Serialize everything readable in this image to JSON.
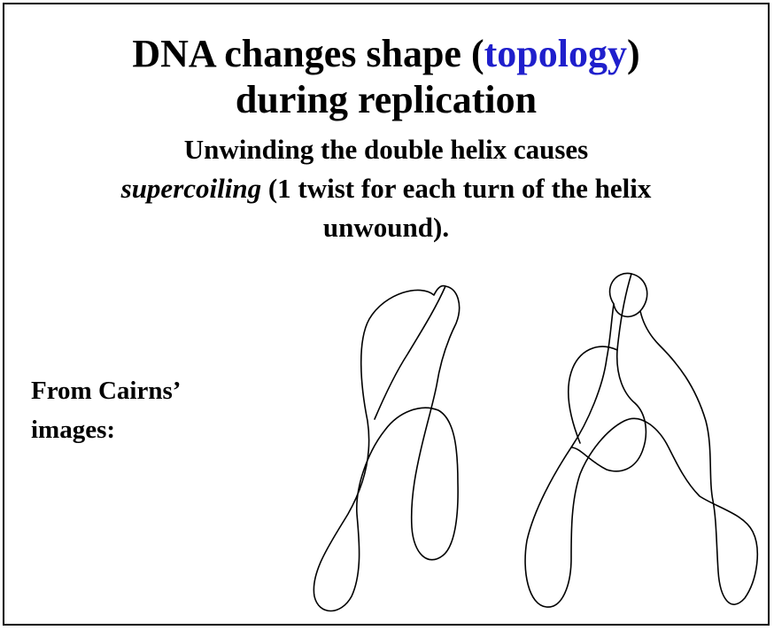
{
  "slide": {
    "title": {
      "line1_before": "DNA changes shape (",
      "line1_highlight": "topology",
      "line1_after": ")",
      "line2": "during replication",
      "highlight_color": "#1f1fcc"
    },
    "subtitle": {
      "line1": "Unwinding the double helix causes",
      "line2_italic": "supercoiling",
      "line2_rest": " (1 twist for each turn of the helix",
      "line3": "unwound)."
    },
    "caption": {
      "line1": "From Cairns’",
      "line2": "images:"
    },
    "figures": [
      {
        "name": "left-dna-tracing"
      },
      {
        "name": "right-dna-tracing"
      }
    ]
  }
}
